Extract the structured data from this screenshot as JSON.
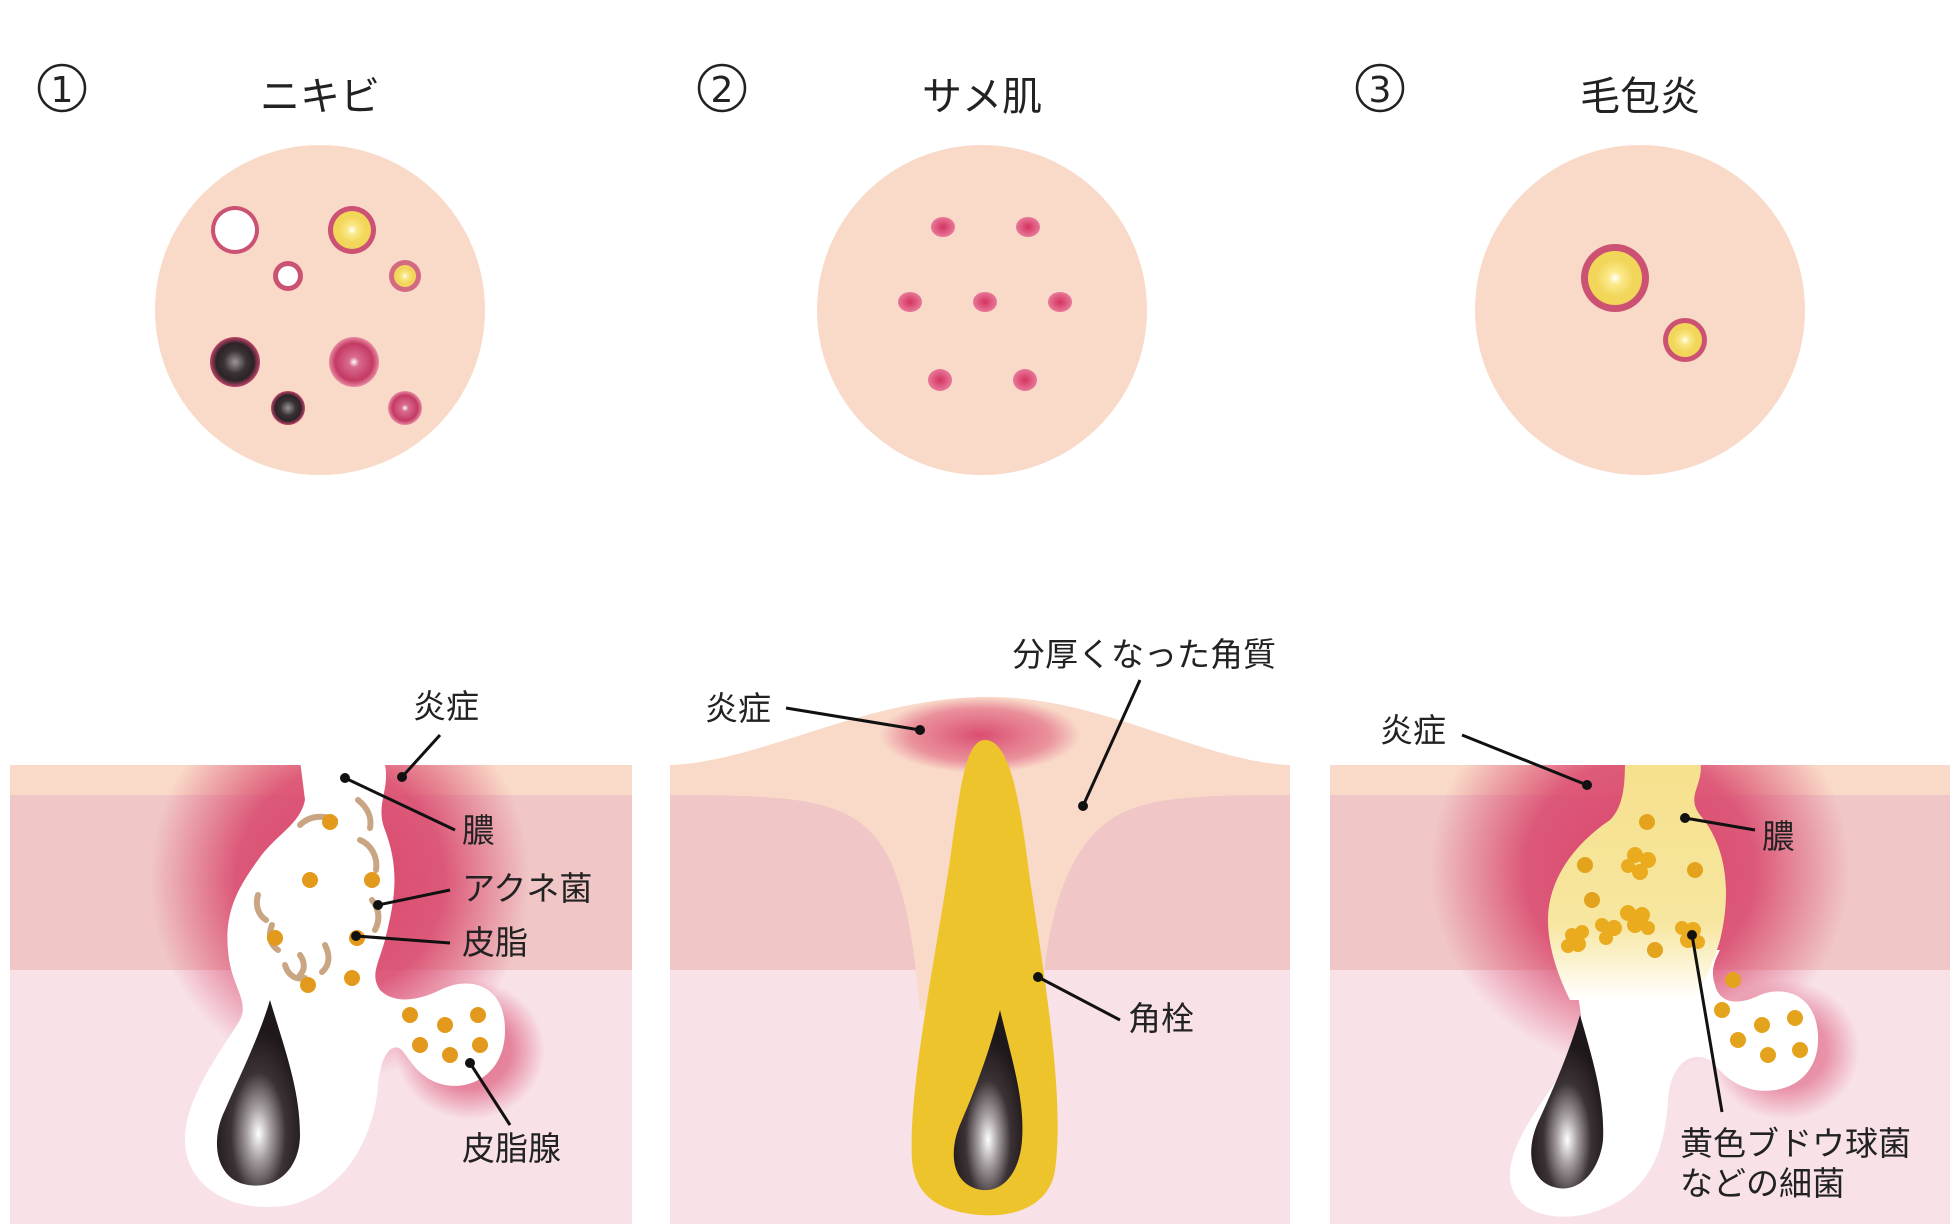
{
  "colors": {
    "skin_light": "#f9d9c8",
    "dermis": "#f0c7c6",
    "subcutis": "#f8e2e8",
    "inflammation": "#d9456b",
    "sebum_dot": "#e39a1c",
    "plug_yellow": "#eec42d",
    "pus_yellow": "#f5e08a",
    "hair_dark": "#2a2224"
  },
  "panels": [
    {
      "number": "①",
      "title": "ニキビ",
      "labels": {
        "inflammation": "炎症",
        "pus": "膿",
        "acne_bacteria": "アクネ菌",
        "sebum": "皮脂",
        "sebaceous_gland": "皮脂腺"
      }
    },
    {
      "number": "②",
      "title": "サメ肌",
      "labels": {
        "inflammation": "炎症",
        "thick_keratin": "分厚くなった角質",
        "keratin_plug": "角栓"
      }
    },
    {
      "number": "③",
      "title": "毛包炎",
      "labels": {
        "inflammation": "炎症",
        "pus": "膿",
        "bacteria_line1": "黄色ブドウ球菌",
        "bacteria_line2": "などの細菌"
      }
    }
  ]
}
